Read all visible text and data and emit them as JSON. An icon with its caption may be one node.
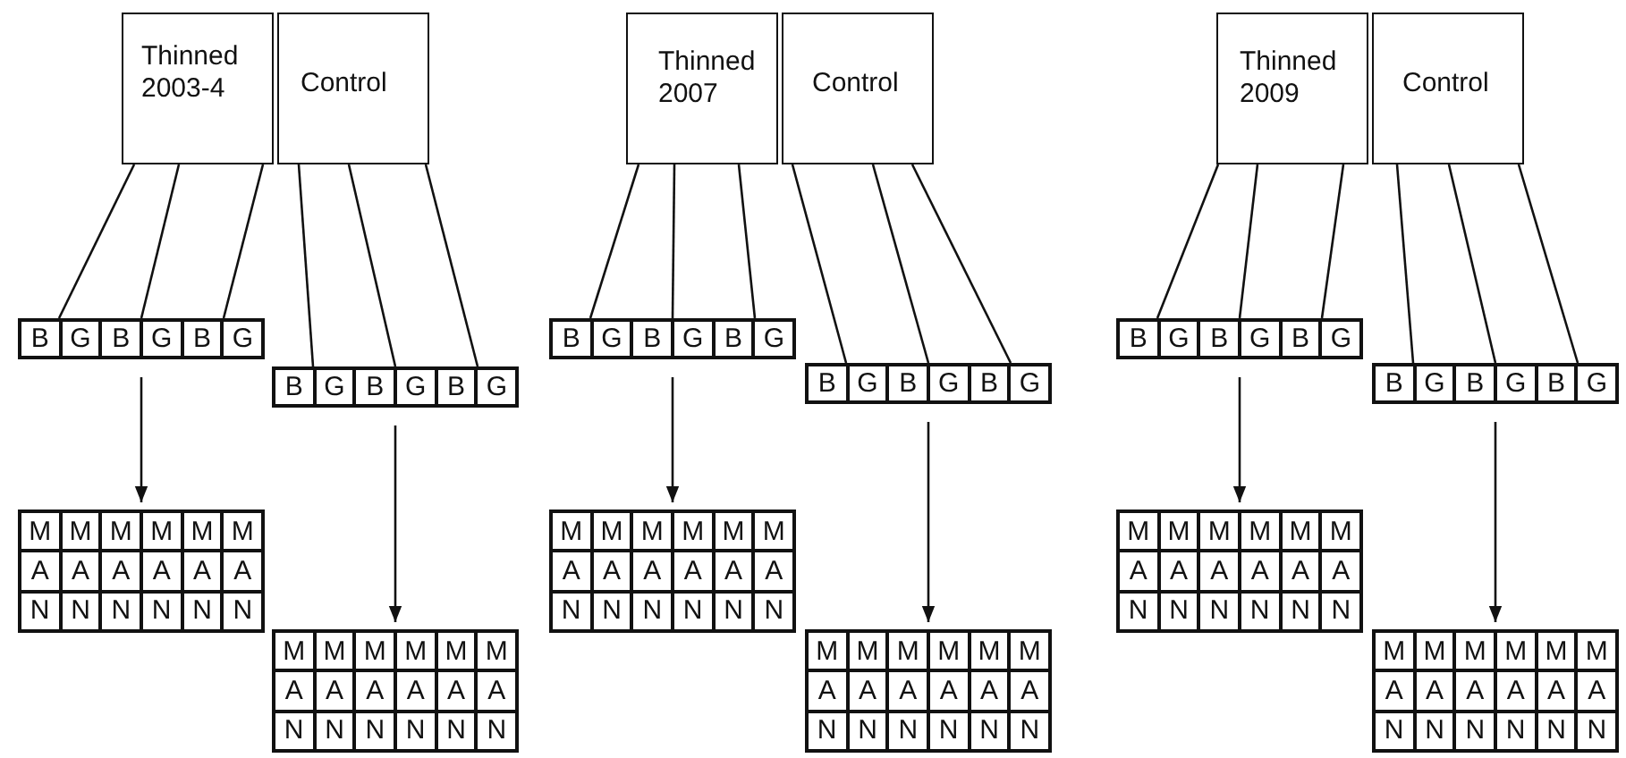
{
  "diagram": {
    "nodes": [
      {
        "text": [
          "Thinned 2003-4"
        ]
      },
      {
        "text": [
          "Control"
        ]
      },
      {
        "text": [
          "B",
          "G",
          "B",
          "G",
          "B",
          "G"
        ]
      },
      {
        "text": [
          "B",
          "G",
          "B",
          "G",
          "B",
          "G"
        ]
      },
      {
        "text": [
          "M",
          "M",
          "M",
          "M",
          "M",
          "M",
          "A",
          "A",
          "A",
          "A",
          "A",
          "A",
          "N",
          "N",
          "N",
          "N",
          "N",
          "N"
        ]
      },
      {
        "text": [
          "M",
          "M",
          "M",
          "M",
          "M",
          "M",
          "A",
          "A",
          "A",
          "A",
          "A",
          "A",
          "N",
          "N",
          "N",
          "N",
          "N",
          "N"
        ]
      },
      {
        "text": [
          "Thinned 2007"
        ]
      },
      {
        "text": [
          "Control"
        ]
      },
      {
        "text": [
          "B",
          "G",
          "B",
          "G",
          "B",
          "G"
        ]
      },
      {
        "text": [
          "B",
          "G",
          "B",
          "G",
          "B",
          "G"
        ]
      },
      {
        "text": [
          "M",
          "M",
          "M",
          "M",
          "M",
          "M",
          "A",
          "A",
          "A",
          "A",
          "A",
          "A",
          "N",
          "N",
          "N",
          "N",
          "N",
          "N"
        ]
      },
      {
        "text": [
          "M",
          "M",
          "M",
          "M",
          "M",
          "M",
          "A",
          "A",
          "A",
          "A",
          "A",
          "A",
          "N",
          "N",
          "N",
          "N",
          "N",
          "N"
        ]
      },
      {
        "text": [
          "Thinned 2009"
        ]
      },
      {
        "text": [
          "Control"
        ]
      },
      {
        "text": [
          "B",
          "G",
          "B",
          "G",
          "B",
          "G"
        ]
      },
      {
        "text": [
          "B",
          "G",
          "B",
          "G",
          "B",
          "G"
        ]
      },
      {
        "text": [
          "M",
          "M",
          "M",
          "M",
          "M",
          "M",
          "A",
          "A",
          "A",
          "A",
          "A",
          "A",
          "N",
          "N",
          "N",
          "N",
          "N",
          "N"
        ]
      },
      {
        "text": [
          "M",
          "M",
          "M",
          "M",
          "M",
          "M",
          "A",
          "A",
          "A",
          "A",
          "A",
          "A",
          "N",
          "N",
          "N",
          "N",
          "N",
          "N"
        ]
      }
    ],
    "edges": [
      {
        "from": 0,
        "to": 2,
        "arrow": "none"
      },
      {
        "from": 0,
        "to": 2,
        "arrow": "none"
      },
      {
        "from": 0,
        "to": 2,
        "arrow": "none"
      },
      {
        "from": 1,
        "to": 3,
        "arrow": "none"
      },
      {
        "from": 1,
        "to": 3,
        "arrow": "none"
      },
      {
        "from": 1,
        "to": 3,
        "arrow": "none"
      },
      {
        "from": 2,
        "to": 4,
        "arrow": "to"
      },
      {
        "from": 3,
        "to": 5,
        "arrow": "to"
      },
      {
        "from": 6,
        "to": 8,
        "arrow": "none"
      },
      {
        "from": 6,
        "to": 8,
        "arrow": "none"
      },
      {
        "from": 6,
        "to": 8,
        "arrow": "none"
      },
      {
        "from": 7,
        "to": 9,
        "arrow": "none"
      },
      {
        "from": 7,
        "to": 9,
        "arrow": "none"
      },
      {
        "from": 7,
        "to": 9,
        "arrow": "none"
      },
      {
        "from": 8,
        "to": 10,
        "arrow": "to"
      },
      {
        "from": 9,
        "to": 11,
        "arrow": "to"
      },
      {
        "from": 12,
        "to": 14,
        "arrow": "none"
      },
      {
        "from": 12,
        "to": 14,
        "arrow": "none"
      },
      {
        "from": 12,
        "to": 14,
        "arrow": "none"
      },
      {
        "from": 13,
        "to": 15,
        "arrow": "none"
      },
      {
        "from": 13,
        "to": 15,
        "arrow": "none"
      },
      {
        "from": 13,
        "to": 15,
        "arrow": "none"
      },
      {
        "from": 14,
        "to": 16,
        "arrow": "to"
      },
      {
        "from": 15,
        "to": 17,
        "arrow": "to"
      }
    ]
  }
}
